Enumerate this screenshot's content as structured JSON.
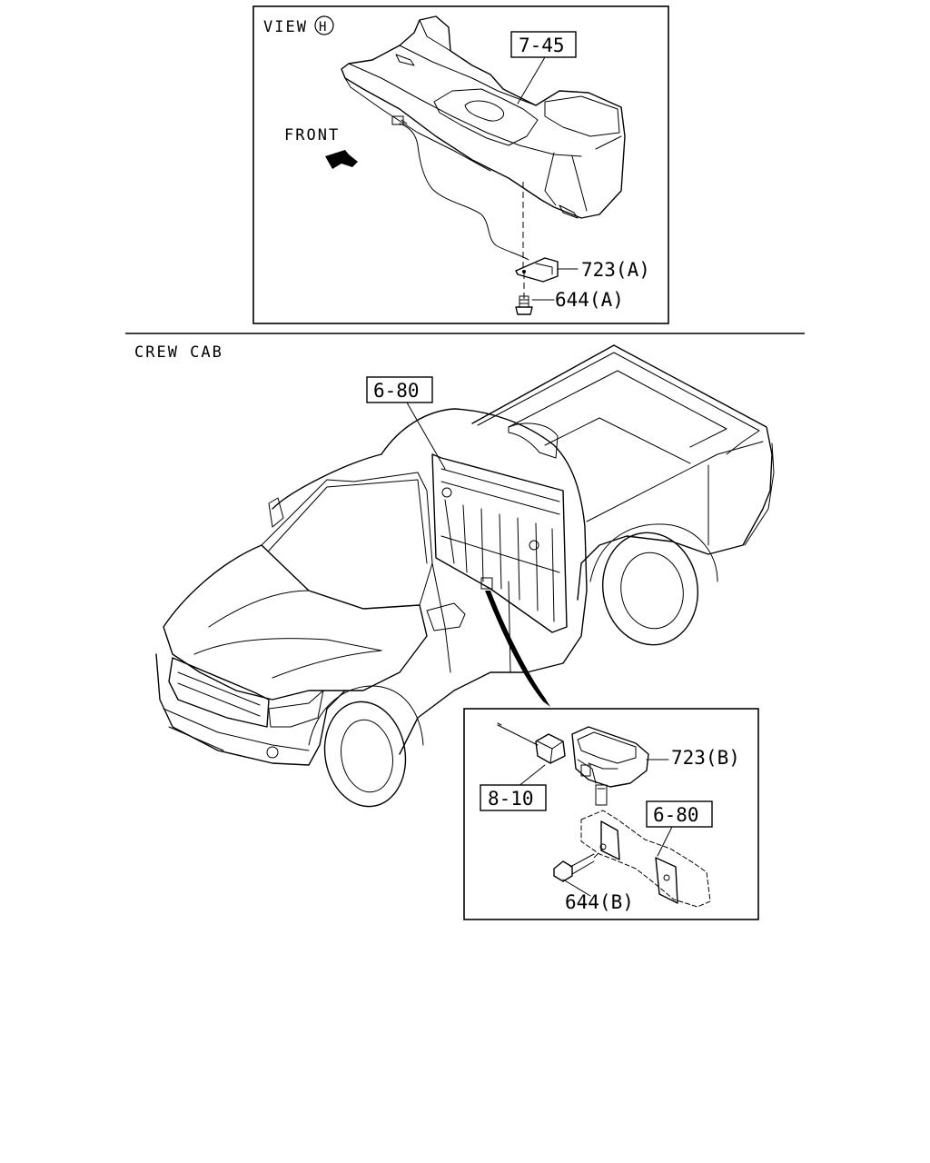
{
  "view_panel": {
    "title": "VIEW",
    "title_mark": "H",
    "front_label": "FRONT",
    "callouts": {
      "console_ref": "7-45",
      "sensor_a": "723(A)",
      "bolt_a": "644(A)"
    }
  },
  "main_panel": {
    "section_title": "CREW CAB",
    "callouts": {
      "seat_back_ref": "6-80"
    }
  },
  "detail_panel": {
    "callouts": {
      "connector_ref": "8-10",
      "sensor_b": "723(B)",
      "bracket_ref": "6-80",
      "bolt_b": "644(B)"
    }
  }
}
